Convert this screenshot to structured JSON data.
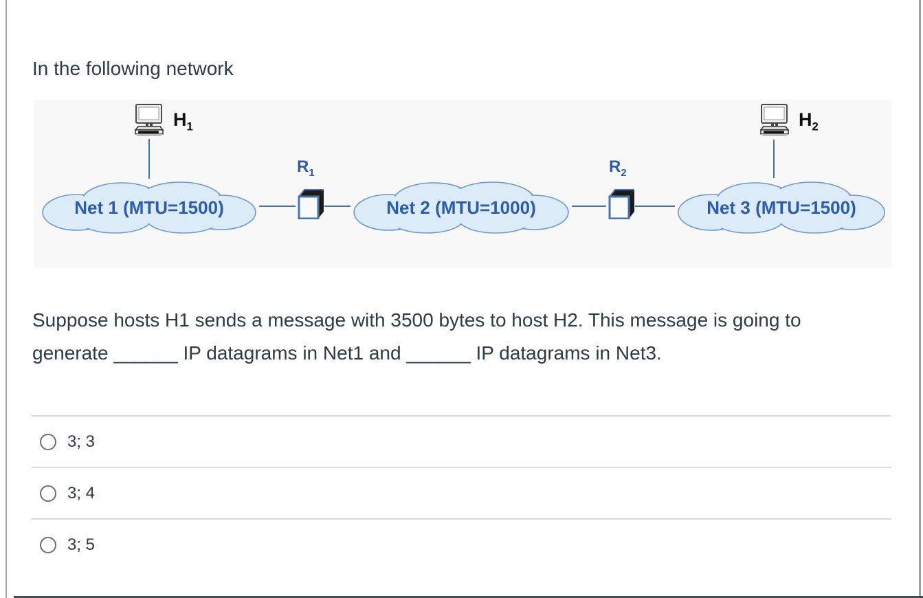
{
  "page": {
    "title": "In the following network"
  },
  "diagram": {
    "hosts": [
      {
        "base": "H",
        "sub": "1"
      },
      {
        "base": "H",
        "sub": "2"
      }
    ],
    "routers": [
      {
        "base": "R",
        "sub": "1"
      },
      {
        "base": "R",
        "sub": "2"
      }
    ],
    "networks": [
      {
        "label": "Net 1 (MTU=1500)"
      },
      {
        "label": "Net 2 (MTU=1000)"
      },
      {
        "label": "Net 3 (MTU=1500)"
      }
    ],
    "colors": {
      "cloud_fill": "#dcebf8",
      "cloud_stroke": "#6e96cc",
      "label_blue": "#2d5ca8",
      "line_blue": "#4a72b0",
      "text_dark": "#2d3b45"
    }
  },
  "question": {
    "lines": [
      "Suppose hosts H1 sends a message with 3500 bytes to host H2. This message is going to",
      "generate ______ IP datagrams in Net1 and ______ IP datagrams in Net3."
    ]
  },
  "options": [
    {
      "label": "3; 3",
      "selected": false
    },
    {
      "label": "3; 4",
      "selected": false
    },
    {
      "label": "3; 5",
      "selected": false
    }
  ]
}
